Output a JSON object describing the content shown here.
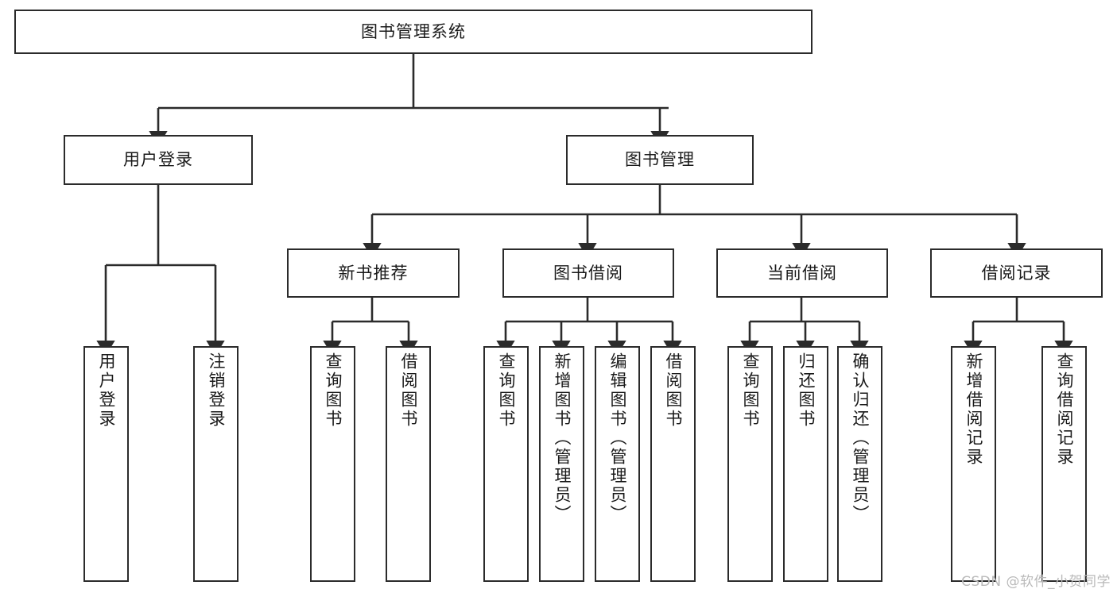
{
  "diagram": {
    "title": "图书管理系统",
    "type": "function-structure-tree",
    "stroke_color": "#2b2b2b",
    "background_color": "#ffffff",
    "root": {
      "id": "root",
      "label": "图书管理系统"
    },
    "level2": [
      {
        "id": "user-login",
        "label": "用户登录"
      },
      {
        "id": "book-management",
        "label": "图书管理"
      }
    ],
    "level3": [
      {
        "id": "new-book-recommend",
        "label": "新书推荐",
        "parent": "book-management"
      },
      {
        "id": "book-borrow",
        "label": "图书借阅",
        "parent": "book-management"
      },
      {
        "id": "current-borrow",
        "label": "当前借阅",
        "parent": "book-management"
      },
      {
        "id": "borrow-record",
        "label": "借阅记录",
        "parent": "book-management"
      }
    ],
    "leaves": {
      "user_login": [
        {
          "id": "leaf-user-login",
          "label": "用户登录"
        },
        {
          "id": "leaf-logout-login",
          "label": "注销登录"
        }
      ],
      "new_book_recommend": [
        {
          "id": "leaf-query-book-1",
          "label": "查询图书"
        },
        {
          "id": "leaf-borrow-book-1",
          "label": "借阅图书"
        }
      ],
      "book_borrow": [
        {
          "id": "leaf-query-book-2",
          "label": "查询图书"
        },
        {
          "id": "leaf-add-book",
          "label": "新增图书（管理员）"
        },
        {
          "id": "leaf-edit-book",
          "label": "编辑图书（管理员）"
        },
        {
          "id": "leaf-borrow-book-2",
          "label": "借阅图书"
        }
      ],
      "current_borrow": [
        {
          "id": "leaf-query-book-3",
          "label": "查询图书"
        },
        {
          "id": "leaf-return-book",
          "label": "归还图书"
        },
        {
          "id": "leaf-confirm-return",
          "label": "确认归还（管理员）"
        }
      ],
      "borrow_record": [
        {
          "id": "leaf-add-record",
          "label": "新增借阅记录"
        },
        {
          "id": "leaf-query-record",
          "label": "查询借阅记录"
        }
      ]
    }
  },
  "watermark": {
    "text": "CSDN @软件_小贺同学"
  }
}
